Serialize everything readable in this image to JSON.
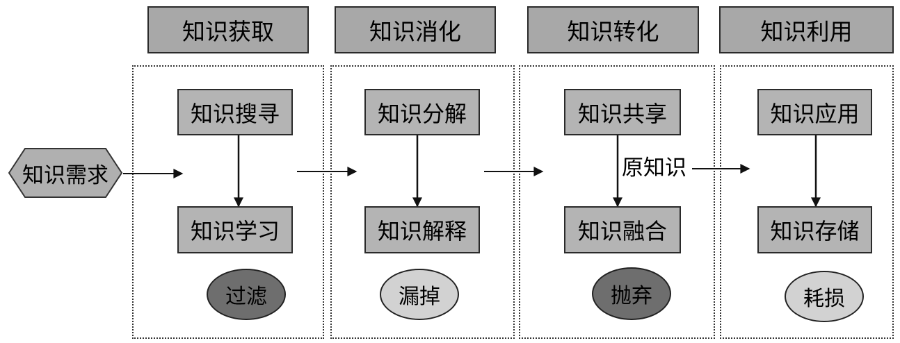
{
  "stages": [
    {
      "header": "知识获取",
      "top_box": "知识搜寻",
      "bottom_box": "知识学习",
      "loss": "过滤"
    },
    {
      "header": "知识消化",
      "top_box": "知识分解",
      "bottom_box": "知识解释",
      "loss": "漏掉"
    },
    {
      "header": "知识转化",
      "top_box": "知识共享",
      "bottom_box": "知识融合",
      "loss": "抛弃"
    },
    {
      "header": "知识利用",
      "top_box": "知识应用",
      "bottom_box": "知识存储",
      "loss": "耗损"
    }
  ],
  "start_node": "知识需求",
  "arrow_label": "原知识",
  "colors": {
    "header_fill": "#a8a8a8",
    "box_fill": "#b4b4b4",
    "loss_dark": "#6e6e6e",
    "loss_light": "#d2d2d2",
    "start_fill": "#b0b0b0"
  }
}
